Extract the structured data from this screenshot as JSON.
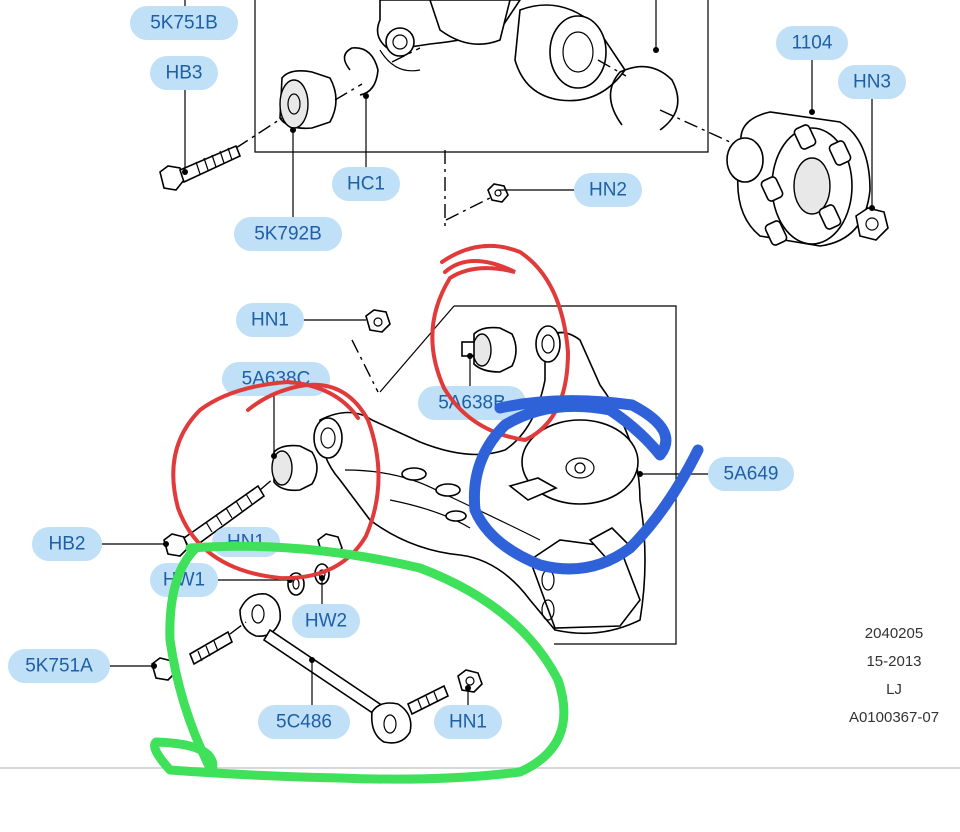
{
  "labels": {
    "l_5k751b": "5K751B",
    "l_hb3": "HB3",
    "l_1104": "1104",
    "l_hn3": "HN3",
    "l_hc1": "HC1",
    "l_hn2": "HN2",
    "l_5k792b": "5K792B",
    "l_hn1_top": "HN1",
    "l_5a638c": "5A638C",
    "l_5a638b": "5A638B",
    "l_5a649": "5A649",
    "l_hb2": "HB2",
    "l_hn1_mid": "HN1",
    "l_hw1": "HW1",
    "l_hw2": "HW2",
    "l_5k751a": "5K751A",
    "l_5c486": "5C486",
    "l_hn1_bottom": "HN1"
  },
  "doc_info": {
    "line1": "2040205",
    "line2": "15-2013",
    "line3": "LJ",
    "line4": "A0100367-07"
  },
  "colors": {
    "label_text": "#1f5fa8",
    "label_bg": "#bfe0f6",
    "circle_red": "#e03a3a",
    "circle_blue": "#2f62d8",
    "circle_green": "#3fe05a"
  }
}
